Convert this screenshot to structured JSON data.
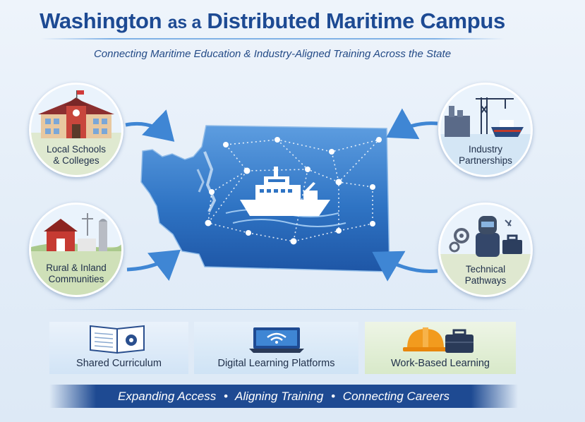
{
  "header": {
    "title_main_1": "Washington",
    "title_small": "as a",
    "title_main_2": "Distributed Maritime Campus",
    "subtitle": "Connecting Maritime Education & Industry-Aligned Training Across the State"
  },
  "nodes": {
    "schools": {
      "line1": "Local Schools",
      "line2": "& Colleges",
      "icon": "school-building-icon"
    },
    "rural": {
      "line1": "Rural & Inland",
      "line2": "Communities",
      "icon": "barn-farm-icon"
    },
    "industry": {
      "line1": "Industry",
      "line2": "Partnerships",
      "icon": "port-crane-ship-icon"
    },
    "technical": {
      "line1": "Technical",
      "line2": "Pathways",
      "icon": "welder-toolbox-icon"
    }
  },
  "center": {
    "icon": "ship-icon",
    "map": "washington-state-map"
  },
  "bands": {
    "curriculum": {
      "label": "Shared Curriculum",
      "icon": "open-book-gear-icon"
    },
    "digital": {
      "label": "Digital Learning Platforms",
      "icon": "laptop-wifi-icon"
    },
    "work": {
      "label": "Work-Based Learning",
      "icon": "hardhat-briefcase-icon"
    }
  },
  "footer": {
    "item1": "Expanding Access",
    "sep1": "•",
    "item2": "Aligning Training",
    "sep2": "•",
    "item3": "Connecting Careers"
  },
  "colors": {
    "primary_blue": "#1d4a93",
    "map_blue": "#2f74c4",
    "footer_blue": "#1e4a92"
  }
}
